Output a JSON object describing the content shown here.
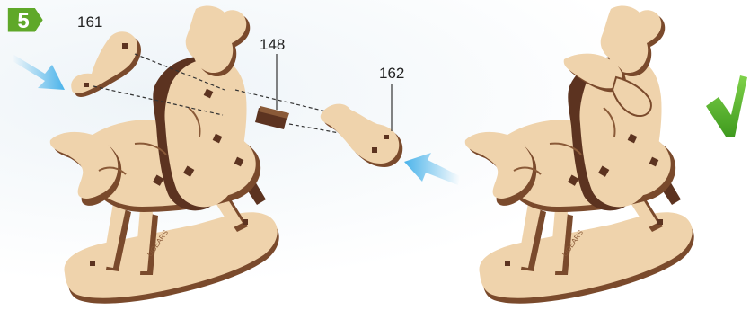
{
  "step": {
    "number": "5",
    "color": "#5fa829"
  },
  "parts": [
    {
      "label": "161"
    },
    {
      "label": "148"
    },
    {
      "label": "162"
    }
  ],
  "base_engraving": "UGEARS",
  "colors": {
    "wood_light": "#efd3ac",
    "wood_edge": "#7a4a2c",
    "wood_dark": "#5c3320",
    "arrow_blue": "#4ab3ea",
    "check_green": "#59b52a"
  },
  "icons": [
    "left-arrow-icon",
    "right-arrow-icon",
    "check-icon"
  ]
}
